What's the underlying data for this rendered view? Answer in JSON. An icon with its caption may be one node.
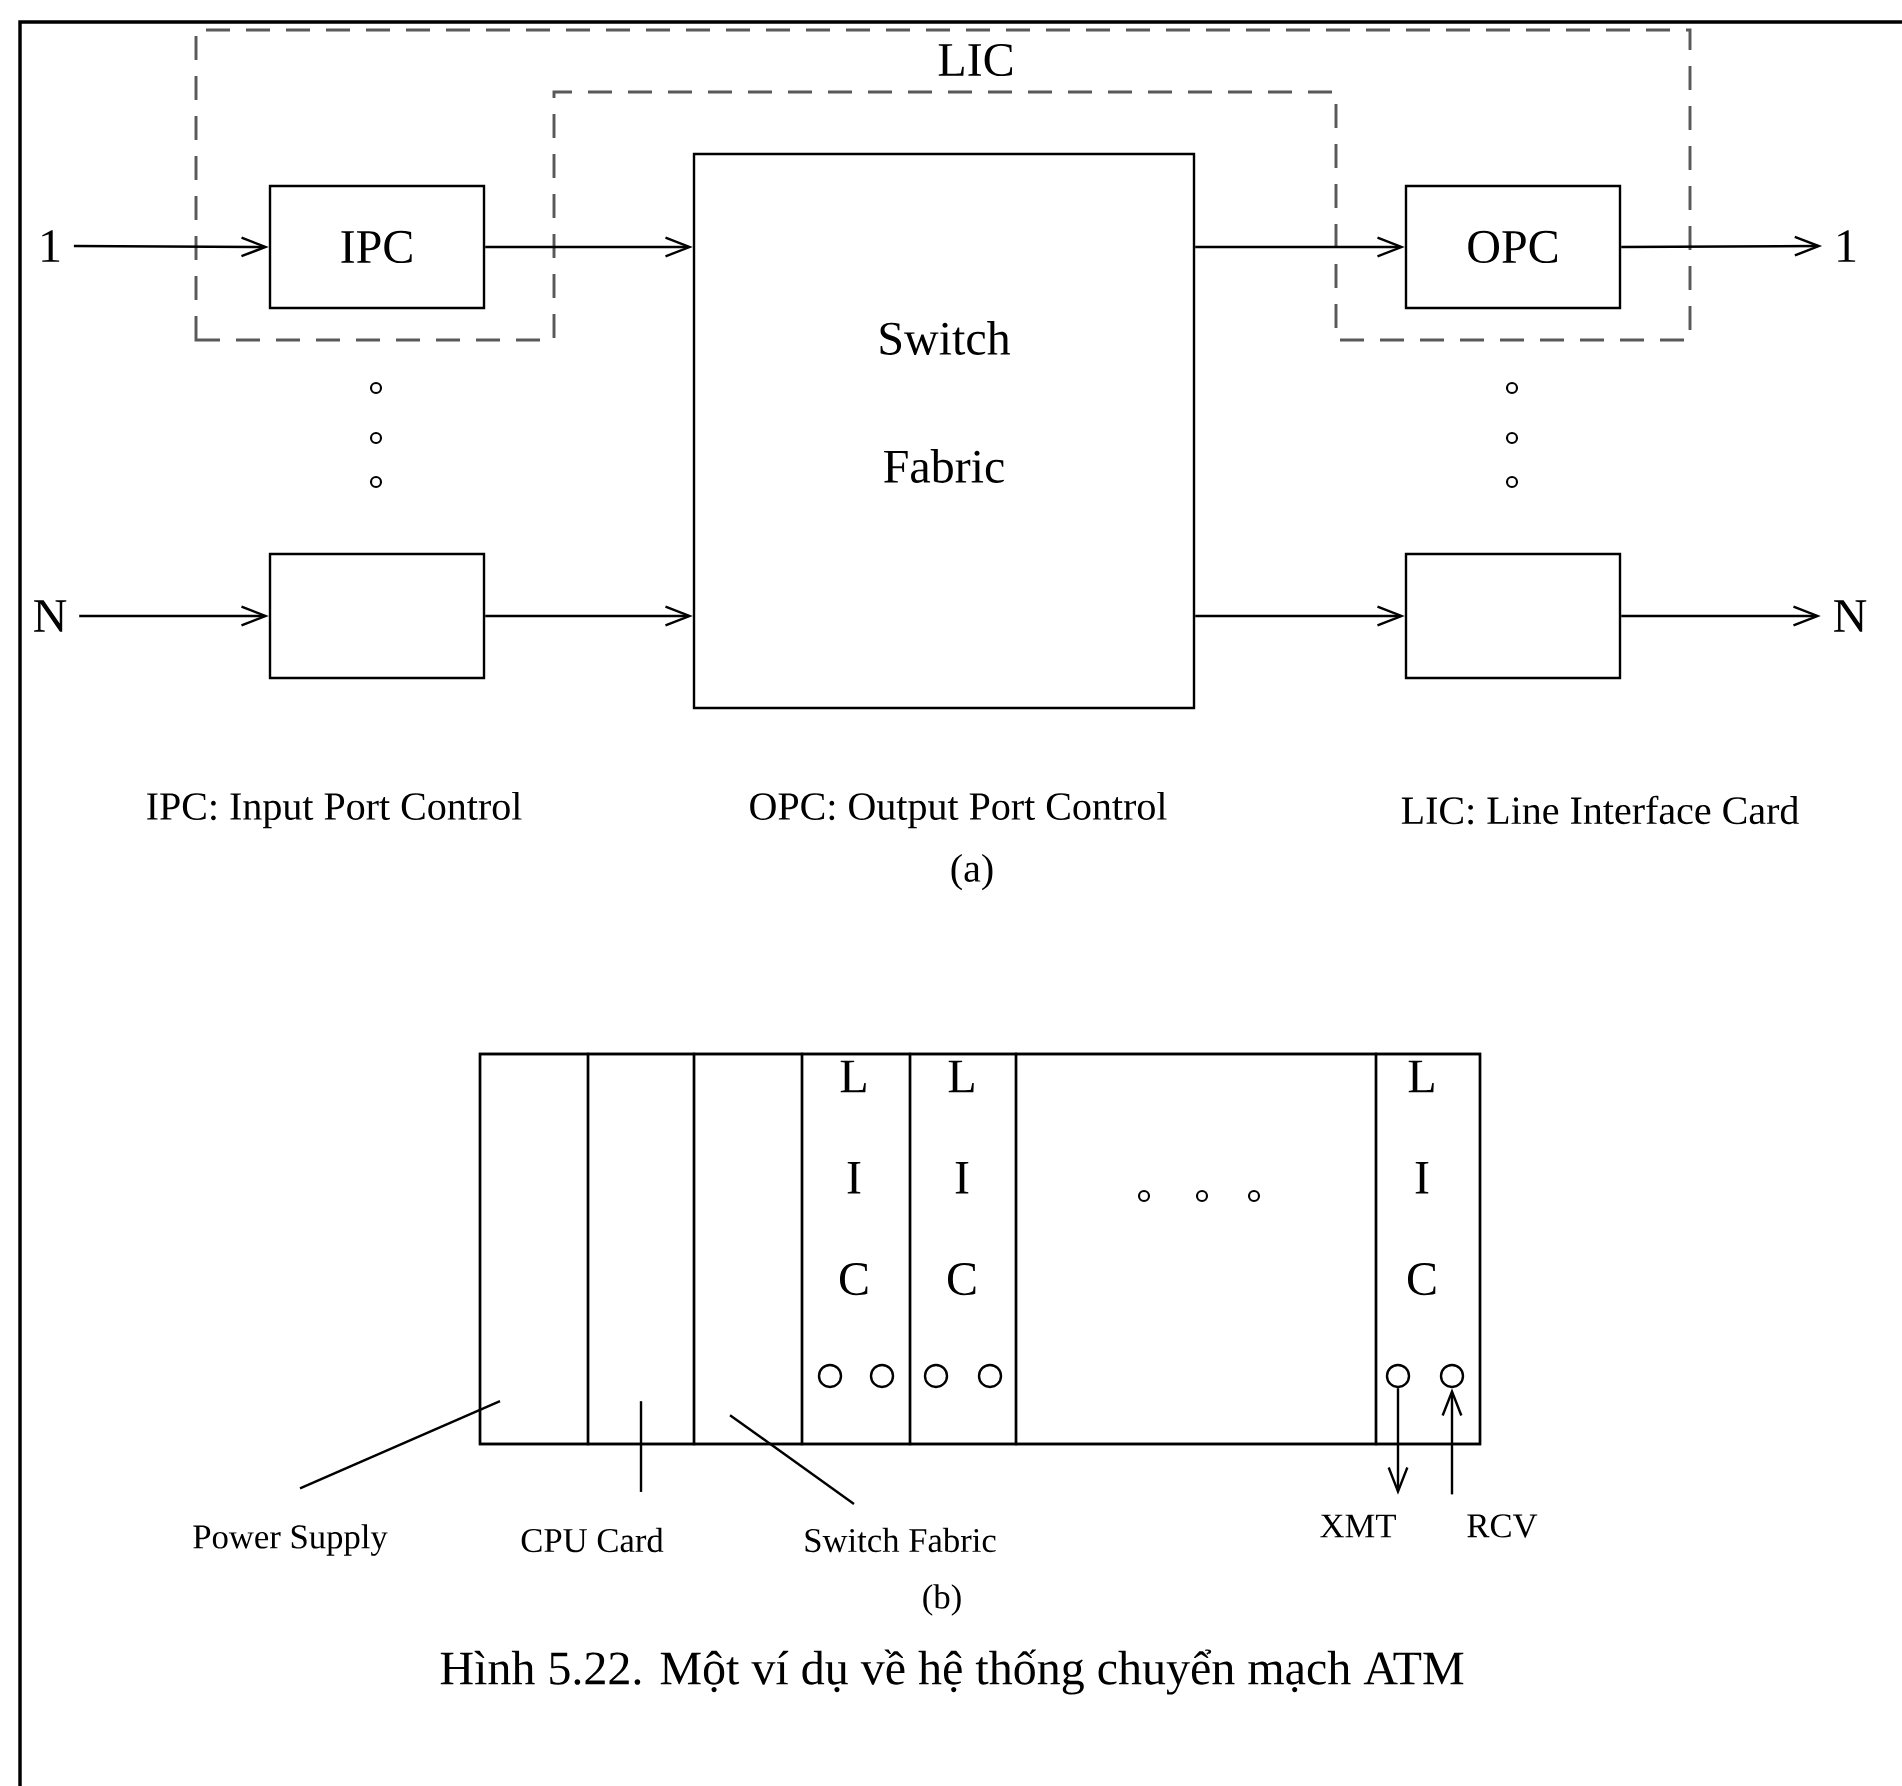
{
  "diagram": {
    "caption": "Hình 5.22.  Một ví dụ về hệ thống chuyển mạch ATM",
    "nodes": [
      {
        "text": [
          "LIC"
        ]
      },
      {
        "text": [
          "IPC"
        ],
        "in": 0
      },
      {
        "text": [
          "Switch Fabric"
        ]
      },
      {
        "text": [
          "OPC"
        ],
        "in": 0
      },
      {
        "text": [],
        "shape": "box"
      },
      {
        "text": [],
        "shape": "box"
      },
      {
        "text": [
          "1"
        ]
      },
      {
        "text": [
          "N"
        ]
      },
      {
        "text": [
          "1"
        ]
      },
      {
        "text": [
          "N"
        ]
      },
      {
        "text": [],
        "shape": "box"
      },
      {
        "text": [],
        "shape": "box",
        "in": 10
      },
      {
        "text": [],
        "shape": "box",
        "in": 10
      },
      {
        "text": [],
        "shape": "box",
        "in": 10
      },
      {
        "text": [
          "L I C"
        ],
        "in": 10
      },
      {
        "text": [
          "L I C"
        ],
        "in": 10
      },
      {
        "text": [],
        "shape": "box",
        "in": 10
      },
      {
        "text": [
          "L I C"
        ],
        "in": 10
      },
      {
        "text": [],
        "shape": "circle",
        "in": 17
      },
      {
        "text": [],
        "shape": "circle",
        "in": 17
      },
      {
        "text": [
          "Power Supply"
        ]
      },
      {
        "text": [
          "CPU Card"
        ]
      },
      {
        "text": [
          "Switch Fabric"
        ]
      },
      {
        "text": [
          "XMT"
        ]
      },
      {
        "text": [
          "RCV"
        ]
      }
    ],
    "edges": [
      {
        "from": 6,
        "to": 1,
        "arrow": "to"
      },
      {
        "from": 1,
        "to": 2,
        "arrow": "to"
      },
      {
        "from": 2,
        "to": 3,
        "arrow": "to"
      },
      {
        "from": 3,
        "to": 8,
        "arrow": "to"
      },
      {
        "from": 7,
        "to": 4,
        "arrow": "to"
      },
      {
        "from": 4,
        "to": 2,
        "arrow": "to"
      },
      {
        "from": 2,
        "to": 5,
        "arrow": "to"
      },
      {
        "from": 5,
        "to": 9,
        "arrow": "to"
      },
      {
        "from": 20,
        "to": 11,
        "arrow": "none"
      },
      {
        "from": 21,
        "to": 12,
        "arrow": "none"
      },
      {
        "from": 22,
        "to": 13,
        "arrow": "none"
      },
      {
        "from": 18,
        "to": 23,
        "arrow": "to"
      },
      {
        "from": 24,
        "to": 19,
        "arrow": "to"
      }
    ],
    "labels": [
      "IPC: Input Port Control",
      "OPC: Output Port Control",
      "LIC: Line Interface Card",
      "(a)",
      "(b)"
    ]
  }
}
